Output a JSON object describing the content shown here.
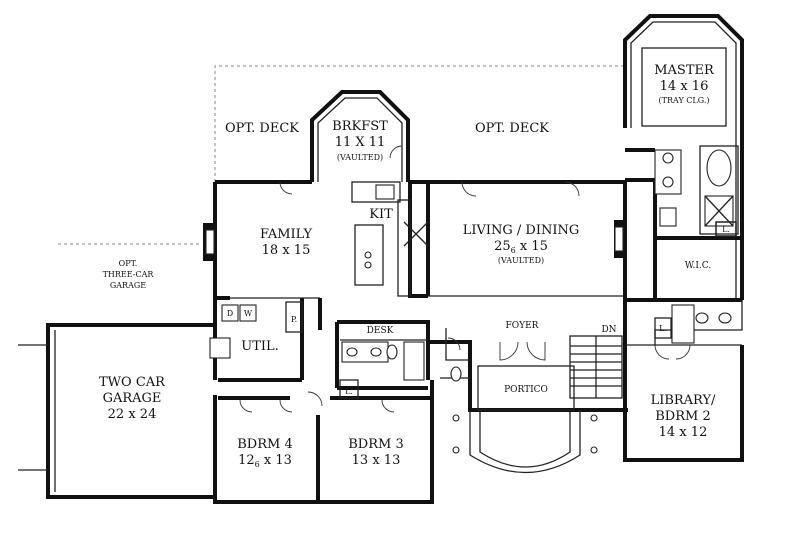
{
  "rooms": {
    "master": {
      "name": "MASTER",
      "size": "14 x 16",
      "note": "(TRAY CLG.)"
    },
    "opt_deck_left": {
      "name": "OPT. DECK"
    },
    "brkfst": {
      "name": "BRKFST",
      "size": "11 X 11",
      "note": "(VAULTED)"
    },
    "opt_deck_right": {
      "name": "OPT. DECK"
    },
    "family": {
      "name": "FAMILY",
      "size": "18 x 15"
    },
    "kit": {
      "name": "KIT"
    },
    "living_dining": {
      "name": "LIVING / DINING",
      "size": "25",
      "size_sub": "6",
      "size_rest": " x 15",
      "note": "(VAULTED)"
    },
    "wic": {
      "name": "W.I.C."
    },
    "opt_garage": {
      "line1": "OPT.",
      "line2": "THREE-CAR",
      "line3": "GARAGE"
    },
    "util": {
      "name": "UTIL."
    },
    "desk": {
      "name": "DESK"
    },
    "foyer": {
      "name": "FOYER"
    },
    "dn": {
      "name": "DN"
    },
    "portico": {
      "name": "PORTICO"
    },
    "two_car_garage": {
      "name": "TWO CAR",
      "name2": "GARAGE",
      "size": "22 x 24"
    },
    "library": {
      "name": "LIBRARY/",
      "name2": "BDRM 2",
      "size": "14 x 12"
    },
    "bdrm4": {
      "name": "BDRM 4",
      "size": "12",
      "size_sub": "6",
      "size_rest": " x 13"
    },
    "bdrm3": {
      "name": "BDRM 3",
      "size": "13 x 13"
    }
  },
  "fixtures": {
    "dryer": "D",
    "washer": "W",
    "pantry": "P.",
    "linen_a": "L.",
    "linen_b": "L.",
    "linen_c": "L."
  }
}
